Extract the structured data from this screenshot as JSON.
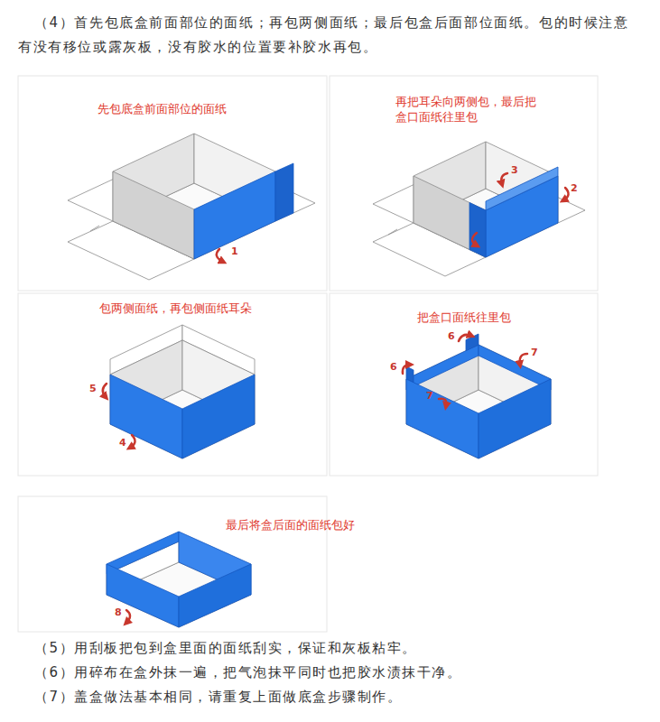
{
  "diagram": {
    "labels": [
      "（4）首先包底盒前面部位的面纸；再包两侧面纸；最后包盒后面部位面纸。包的时候注意有没有移位或露灰板，没有胶水的位置要补胶水再包。",
      "先包底盒前面部位的面纸",
      "1",
      "再把耳朵向两侧包，最后把盒口面纸往里包",
      "3",
      "2",
      "包两侧面纸，再包侧面纸耳朵",
      "5",
      "4",
      "把盒口面纸往里包",
      "6",
      "7",
      "6",
      "7",
      "最后将盒后面的面纸包好",
      "8",
      "（5）用刮板把包到盒里面的面纸刮实，保证和灰板粘牢。",
      "（6）用碎布在盒外抹一遍，把气泡抹平同时也把胶水渍抹干净。",
      "（7）盖盒做法基本相同，请重复上面做底盒步骤制作。"
    ]
  }
}
